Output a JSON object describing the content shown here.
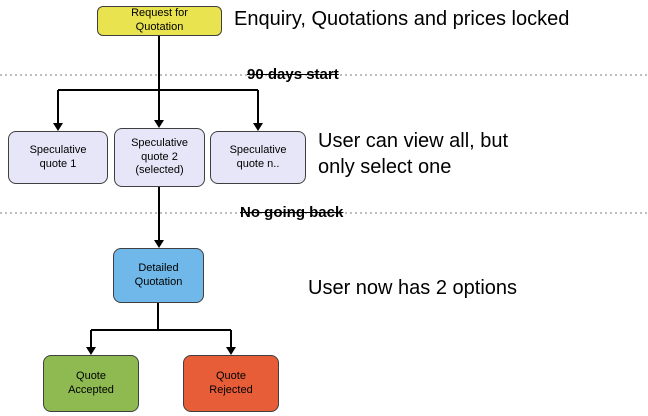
{
  "colors": {
    "connector": "#000000",
    "dotted_divider": "#7d7d7d",
    "node_border": "#3f3f3f",
    "text": "#000000"
  },
  "nodes": {
    "request_for_quotation": {
      "label": "Request for\nQuotation",
      "fill": "#e8e34e"
    },
    "speculative_quote_1": {
      "label": "Speculative\nquote 1",
      "fill": "#e6e6f8"
    },
    "speculative_quote_2": {
      "label": "Speculative\nquote 2\n(selected)",
      "fill": "#e6e6f8"
    },
    "speculative_quote_n": {
      "label": "Speculative\nquote n..",
      "fill": "#e6e6f8"
    },
    "detailed_quotation": {
      "label": "Detailed\nQuotation",
      "fill": "#70b8e9"
    },
    "quote_accepted": {
      "label": "Quote\nAccepted",
      "fill": "#8fba52"
    },
    "quote_rejected": {
      "label": "Quote\nRejected",
      "fill": "#e75d38"
    }
  },
  "annotations": {
    "top_note": "Enquiry, Quotations and prices locked",
    "phase1_label": "90 days start",
    "middle_note": "User can view all, but\nonly select one",
    "phase2_label": "No going back",
    "bottom_note": "User now has 2 options"
  }
}
